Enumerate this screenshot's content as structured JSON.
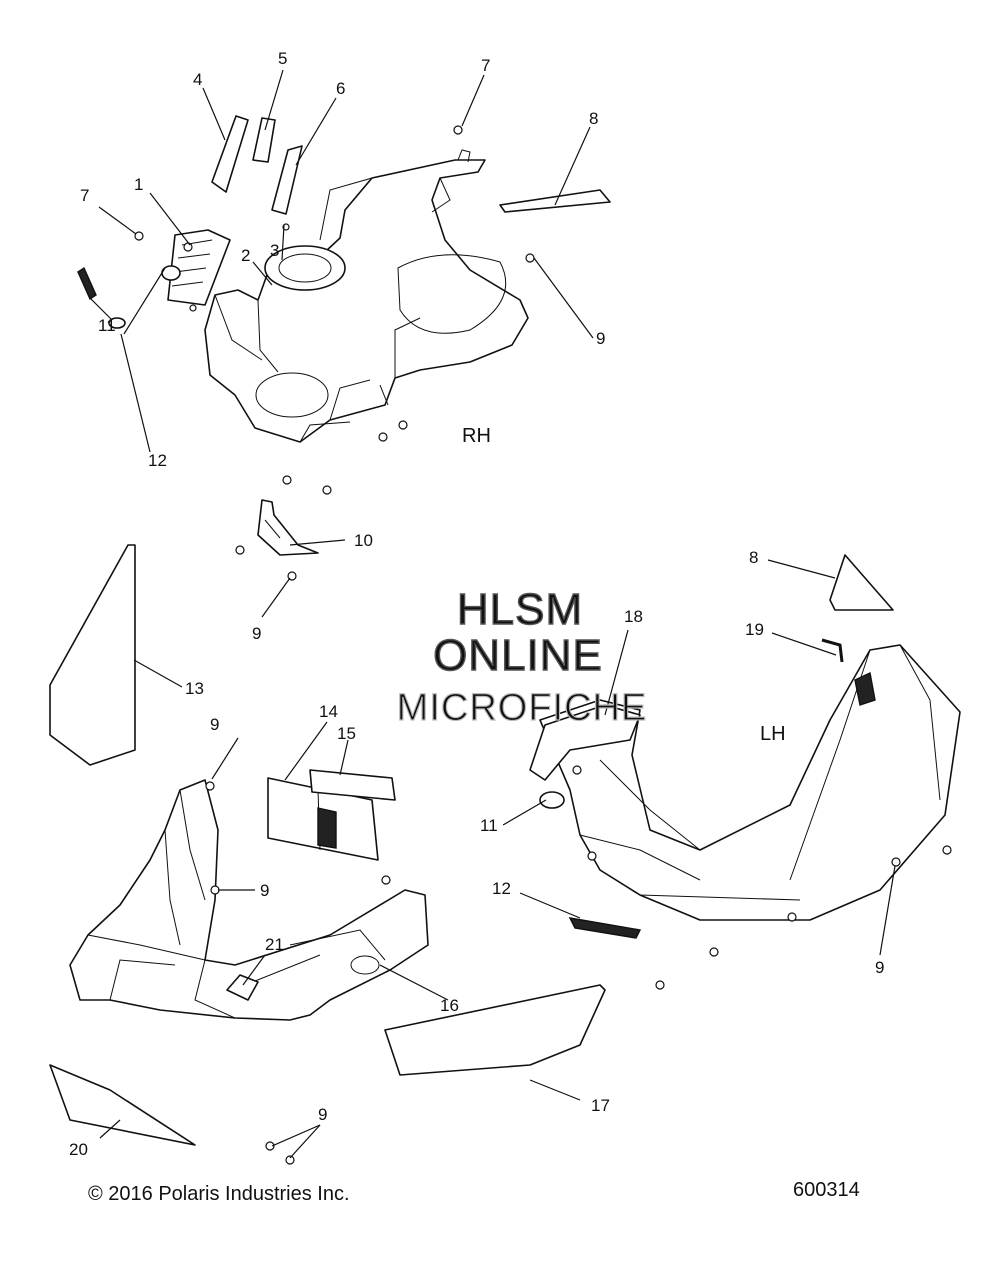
{
  "watermark": {
    "line1": "HLSM",
    "line2": "ONLINE",
    "line3": "MICROFICHE"
  },
  "side_labels": {
    "right": "RH",
    "left": "LH"
  },
  "callouts": [
    {
      "id": "c1",
      "text": "1"
    },
    {
      "id": "c2",
      "text": "2"
    },
    {
      "id": "c3",
      "text": "3"
    },
    {
      "id": "c4",
      "text": "4"
    },
    {
      "id": "c5",
      "text": "5"
    },
    {
      "id": "c6",
      "text": "6"
    },
    {
      "id": "c7a",
      "text": "7"
    },
    {
      "id": "c7b",
      "text": "7"
    },
    {
      "id": "c8a",
      "text": "8"
    },
    {
      "id": "c8b",
      "text": "8"
    },
    {
      "id": "c9a",
      "text": "9"
    },
    {
      "id": "c9b",
      "text": "9"
    },
    {
      "id": "c9c",
      "text": "9"
    },
    {
      "id": "c9d",
      "text": "9"
    },
    {
      "id": "c9e",
      "text": "9"
    },
    {
      "id": "c9f",
      "text": "9"
    },
    {
      "id": "c10",
      "text": "10"
    },
    {
      "id": "c11a",
      "text": "11"
    },
    {
      "id": "c11b",
      "text": "11"
    },
    {
      "id": "c12a",
      "text": "12"
    },
    {
      "id": "c12b",
      "text": "12"
    },
    {
      "id": "c13",
      "text": "13"
    },
    {
      "id": "c14",
      "text": "14"
    },
    {
      "id": "c15",
      "text": "15"
    },
    {
      "id": "c16",
      "text": "16"
    },
    {
      "id": "c17",
      "text": "17"
    },
    {
      "id": "c18",
      "text": "18"
    },
    {
      "id": "c19",
      "text": "19"
    },
    {
      "id": "c20",
      "text": "20"
    },
    {
      "id": "c21",
      "text": "21"
    }
  ],
  "footer": {
    "copyright": "© 2016 Polaris Industries Inc.",
    "diagram_number": "600314"
  }
}
